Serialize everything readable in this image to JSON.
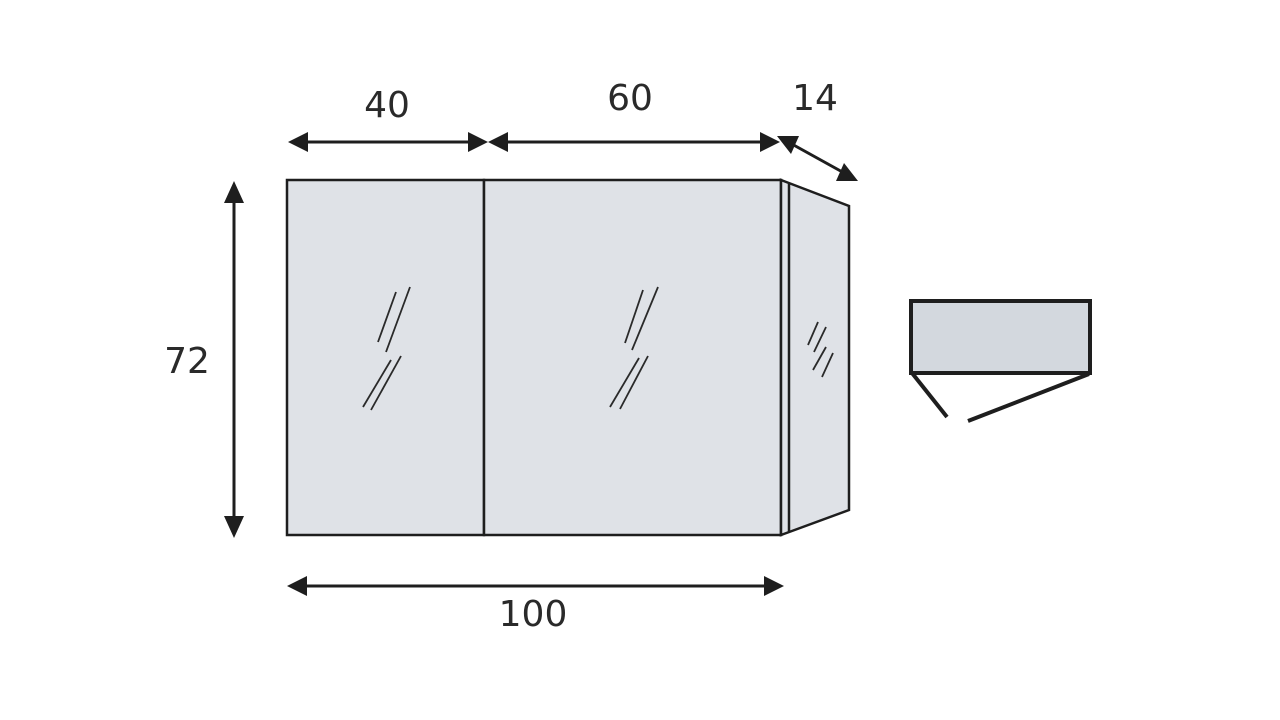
{
  "dimensions": {
    "left_door_width": "40",
    "right_door_width": "60",
    "depth": "14",
    "height": "72",
    "total_width": "100"
  },
  "colors": {
    "cabinet_fill": "#dfe2e7",
    "side_fill": "#dfe2e7",
    "topview_fill": "#d3d8de",
    "stroke": "#1e1e1e",
    "background": "#ffffff"
  },
  "icons": [
    "mirror-glare-icon",
    "double-arrow-icon"
  ]
}
